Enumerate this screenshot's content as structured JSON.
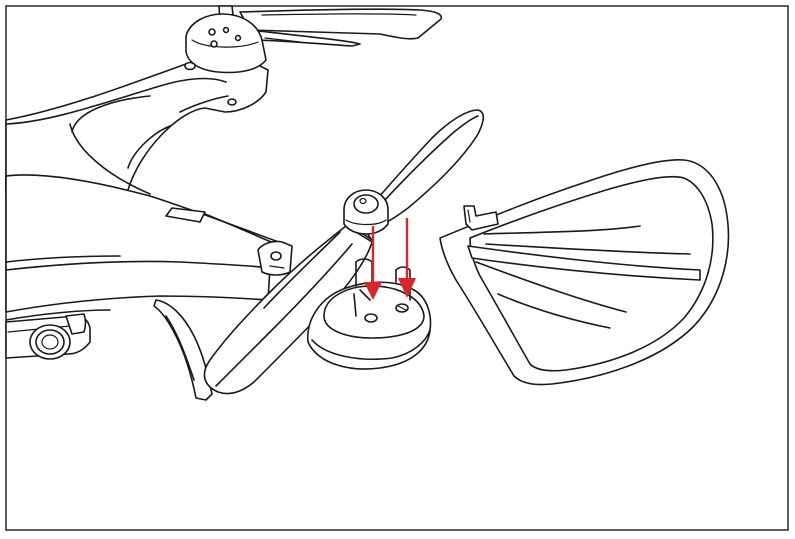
{
  "figure": {
    "subject": "drone-propeller-and-guard-installation",
    "icons": {
      "drone_body": "drone-body-icon",
      "rear_propeller": "rear-propeller-icon",
      "front_propeller": "propeller-icon",
      "motor_hub": "motor-hub-icon",
      "camera": "camera-icon",
      "landing_leg": "landing-leg-icon",
      "propeller_guard": "propeller-guard-icon",
      "arrow": "down-arrow-icon"
    },
    "colors": {
      "line": "#1a1a1a",
      "fill": "#ffffff",
      "arrow": "#d9262b",
      "frame": "#1a1a1a"
    },
    "arrows": [
      {
        "name": "propeller-mount-arrow",
        "direction": "down"
      },
      {
        "name": "guard-mount-arrow",
        "direction": "down"
      }
    ]
  }
}
